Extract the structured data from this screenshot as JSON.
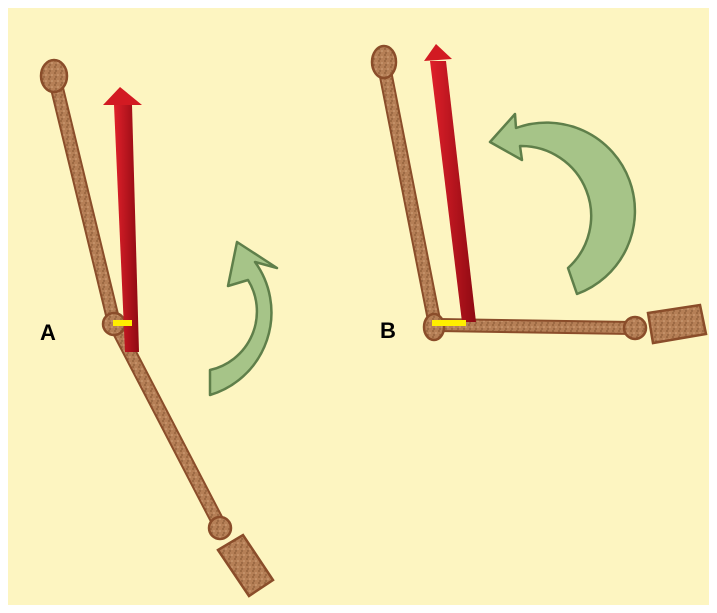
{
  "diagram": {
    "panels": [
      {
        "label": "A"
      },
      {
        "label": "B"
      }
    ]
  },
  "colors": {
    "background": "#fdf5c1",
    "limb": "#b57f56",
    "limb_stroke": "#8a4d2a",
    "force_arrow": "#c0101a",
    "moment_arm": "#ffee00",
    "rotation_arrow": "#a6c488",
    "rotation_arrow_stroke": "#5f7f4a"
  },
  "icons": [
    "force-arrow",
    "rotation-arrow",
    "moment-arm-marker",
    "joint"
  ]
}
